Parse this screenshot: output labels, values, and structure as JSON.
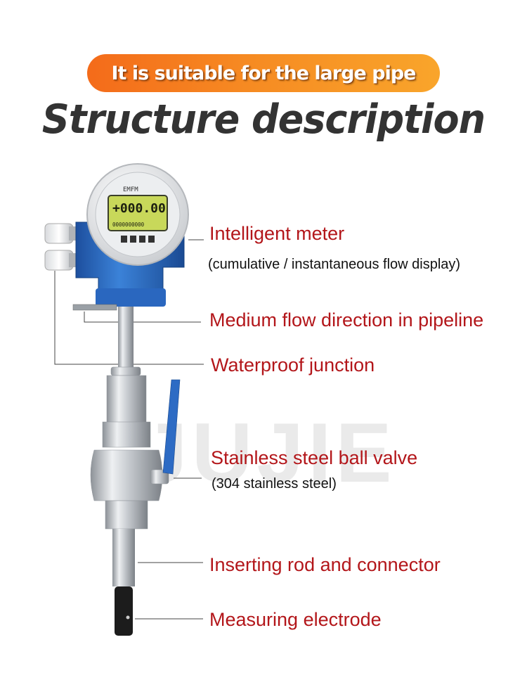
{
  "banner": {
    "text": "It is suitable for the large pipe"
  },
  "title": "Structure description",
  "watermark": "JUJIE",
  "meter_display": {
    "brand": "EMFM",
    "reading": "+000.00",
    "totalizer": "0000000000"
  },
  "labels": [
    {
      "id": "intelligent-meter",
      "text": "Intelligent meter",
      "sub": "(cumulative / instantaneous flow display)"
    },
    {
      "id": "flow-direction",
      "text": "Medium flow direction in pipeline"
    },
    {
      "id": "waterproof-junction",
      "text": "Waterproof junction"
    },
    {
      "id": "ball-valve",
      "text": "Stainless steel ball valve",
      "sub": "(304 stainless steel)"
    },
    {
      "id": "inserting-rod",
      "text": "Inserting rod and connector"
    },
    {
      "id": "measuring-electrode",
      "text": "Measuring electrode"
    }
  ],
  "colors": {
    "banner_orange": "#f68a22",
    "label_red": "#b3161a",
    "housing_blue": "#2e6fc9",
    "lcd_green": "#c8d85a",
    "steel": "#c9cdd2"
  }
}
